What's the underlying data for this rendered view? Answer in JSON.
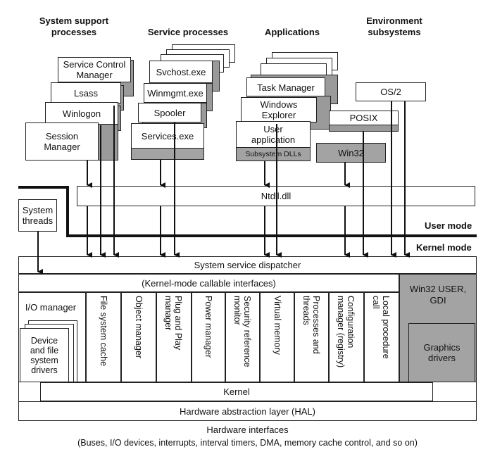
{
  "headers": {
    "system_support": "System support\nprocesses",
    "service": "Service processes",
    "applications": "Applications",
    "environment": "Environment\nsubsystems"
  },
  "system_support": {
    "scm": "Service Control\nManager",
    "lsass": "Lsass",
    "winlogon": "Winlogon",
    "session_manager": "Session\nManager"
  },
  "service": {
    "svchost": "Svchost.exe",
    "winmgmt": "Winmgmt.exe",
    "spooler": "Spooler",
    "services": "Services.exe"
  },
  "applications": {
    "task_manager": "Task Manager",
    "explorer": "Windows\nExplorer",
    "user_app": "User\napplication",
    "subsystem_dlls": "Subsystem DLLs"
  },
  "environment": {
    "os2": "OS/2",
    "posix": "POSIX",
    "win32": "Win32"
  },
  "ntdll": "Ntdll.dll",
  "system_threads": "System\nthreads",
  "user_mode": "User mode",
  "kernel_mode": "Kernel mode",
  "dispatcher": "System service dispatcher",
  "callable": "(Kernel-mode callable interfaces)",
  "win32_user": "Win32 USER,\nGDI",
  "graphics_drivers": "Graphics\ndrivers",
  "io_manager": "I/O manager",
  "device_drivers": "Device\nand file\nsystem\ndrivers",
  "executive": {
    "file_cache": "File system cache",
    "object_manager": "Object manager",
    "pnp": "Plug and Play\nmanager",
    "power": "Power manager",
    "security": "Security reference\nmonitor",
    "vm": "Virtual memory",
    "processes": "Processes and\nthreads",
    "config": "Configuration\nmanager (registry)",
    "lpc": "Local procedure\ncall"
  },
  "kernel": "Kernel",
  "hal": "Hardware abstraction layer (HAL)",
  "hw_title": "Hardware interfaces",
  "hw_detail": "(Buses, I/O devices, interrupts, interval timers, DMA, memory cache control, and so on)"
}
